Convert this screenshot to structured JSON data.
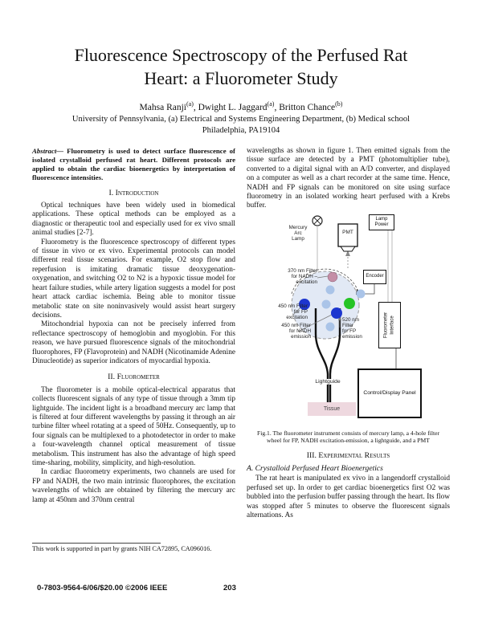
{
  "header": {
    "title_line1": "Fluorescence Spectroscopy of the Perfused Rat",
    "title_line2": "Heart: a Fluorometer Study",
    "authors": [
      {
        "name": "Mahsa Ranji",
        "sup": "(a)",
        "sep": ", "
      },
      {
        "name": "Dwight L. Jaggard",
        "sup": "(a)",
        "sep": ", "
      },
      {
        "name": "Britton Chance",
        "sup": "(b)",
        "sep": ""
      }
    ],
    "affiliation_line1": "University of Pennsylvania, (a) Electrical and Systems Engineering Department, (b) Medical school",
    "affiliation_line2": "Philadelphia, PA19104"
  },
  "abstract": {
    "label": "Abstract—",
    "text": " Fluorometry is used to detect surface fluorescence of isolated crystalloid perfused rat heart. Different protocols are applied to obtain the cardiac bioenergetics by interpretation of fluorescence intensities."
  },
  "sections": {
    "intro": {
      "heading": "I.  Introduction",
      "p1": "Optical techniques have been widely used in biomedical applications. These optical methods can be employed as a diagnostic or therapeutic tool and especially used for ex vivo small animal studies [2-7].",
      "p2": "Fluorometry is the fluorescence spectroscopy of different types of tissue in vivo or ex vivo. Experimental protocols can model different real tissue scenarios. For example, O2 stop flow and reperfusion is imitating dramatic tissue deoxygenation-oxygenation, and switching O2 to N2 is a hypoxic tissue model for heart failure studies, while artery ligation suggests a model for post heart attack cardiac ischemia. Being able to monitor tissue metabolic state on site noninvasively would assist heart surgery decisions.",
      "p3": "Mitochondrial hypoxia can not be precisely inferred from reflectance spectroscopy of hemoglobin and myoglobin. For this reason, we have pursued fluorescence signals of the mitochondrial fluorophores, FP (Flavoprotein) and NADH (Nicotinamide Adenine Dinucleotide) as superior indicators of myocardial hypoxia."
    },
    "fluorometer": {
      "heading": "II.  Fluorometer",
      "p1": "The fluorometer is a mobile optical-electrical apparatus that collects fluorescent signals of any type of tissue through a 3mm tip lightguide. The incident light is a broadband mercury arc lamp that is filtered at four different wavelengths by passing it through an air turbine filter wheel rotating at a speed of 50Hz. Consequently, up to four signals can be multiplexed to a photodetector in order to make a four-wavelength channel optical measurement of tissue metabolism. This instrument has also the advantage of high speed time-sharing, mobility, simplicity, and high-resolution.",
      "p2": "In cardiac fluorometry experiments, two channels are used for FP and NADH, the two main intrinsic fluorophores, the excitation wavelengths of which are obtained by filtering the mercury arc lamp at 450nm and 370nm central",
      "p3": "wavelengths as shown in figure 1. Then emitted signals from the tissue surface are detected by a PMT (photomultiplier tube), converted to a digital signal with an A/D converter, and displayed on a computer as well as a chart recorder at the same time. Hence, NADH and FP signals can be monitored on site using surface fluorometry in an isolated working heart perfused with a Krebs buffer."
    },
    "results": {
      "heading": "III.  Experimental Results",
      "subheading": "A.  Crystalloid Perfused Heart Bioenergetics",
      "p1": "The rat heart is manipulated ex vivo in a langendorff crystalloid perfused set up. In order to get cardiac bioenergetics first O2 was bubbled into the perfusion buffer passing through the heart. Its flow was stopped after 5 minutes to observe the fluorescent signals alternations. As"
    }
  },
  "figure": {
    "caption": "Fig.1. The fluorometer instrument consists of mercury lamp, a 4-hole filter wheel for FP, NADH excitation-emission, a lightguide, and a PMT",
    "labels": {
      "mercury_lamp": "Mercury\nArc\nLamp",
      "lamp_power": "Lamp\nPower",
      "pmt": "PMT",
      "encoder": "Encoder",
      "filter_370": "370 nm Filter\nfor NADH –\nexcitation",
      "filter_450_ex": "450 nm Filter\nfor FP\nexcitation",
      "filter_450_em": "450 nm Filter\nfor NADH\nemission",
      "filter_520_em": "520 nm\nFilter\nfor FP\nemission",
      "fluorometer_interface": "Fluorometer\nInterface",
      "lightguide": "Lightguide",
      "tissue": "Tissue",
      "control_panel": "Control/Display Panel"
    },
    "colors": {
      "wheel_fill": "#e2e9f5",
      "dot_pink": "#c48ea6",
      "dot_blue": "#1d36cf",
      "dot_green": "#25c425",
      "dot_lightblue": "#aac4e8",
      "tissue_fill": "#eed8df"
    }
  },
  "footnote": "This work is supported in part by grants NIH CA72895, CA096016.",
  "footer": {
    "copyright": "0-7803-9564-6/06/$20.00 ©2006 IEEE",
    "page_number": "203"
  }
}
